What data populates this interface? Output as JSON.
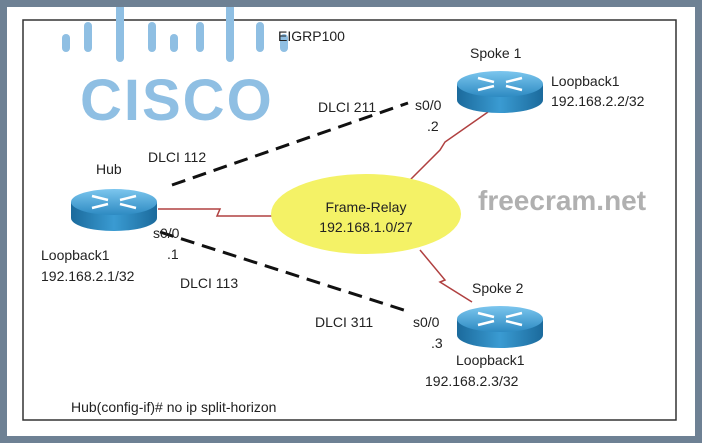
{
  "title": "EIGRP100",
  "logo": "CISCO",
  "watermark": "freecram.net",
  "cloud": {
    "name": "Frame-Relay",
    "subnet": "192.168.1.0/27"
  },
  "routers": {
    "hub": {
      "name": "Hub",
      "loopback": "Loopback1",
      "loopback_ip": "192.168.2.1/32",
      "interface": "s0/0",
      "host": ".1"
    },
    "spoke1": {
      "name": "Spoke 1",
      "loopback": "Loopback1",
      "loopback_ip": "192.168.2.2/32",
      "interface": "s0/0",
      "host": ".2"
    },
    "spoke2": {
      "name": "Spoke 2",
      "loopback": "Loopback1",
      "loopback_ip": "192.168.2.3/32",
      "interface": "s0/0",
      "host": ".3"
    }
  },
  "dlci": {
    "hub_to_spoke1": "DLCI 112",
    "spoke1_to_hub": "DLCI 211",
    "hub_to_spoke2": "DLCI 113",
    "spoke2_to_hub": "DLCI 311"
  },
  "command": "Hub(config-if)# no ip split-horizon",
  "colors": {
    "frame": "#6e8194",
    "router": "#2a8fc7",
    "cloud": "#f4f266",
    "serial": "#b04040",
    "logo": "#8fbfe3",
    "watermark": "#b0b0b0"
  }
}
